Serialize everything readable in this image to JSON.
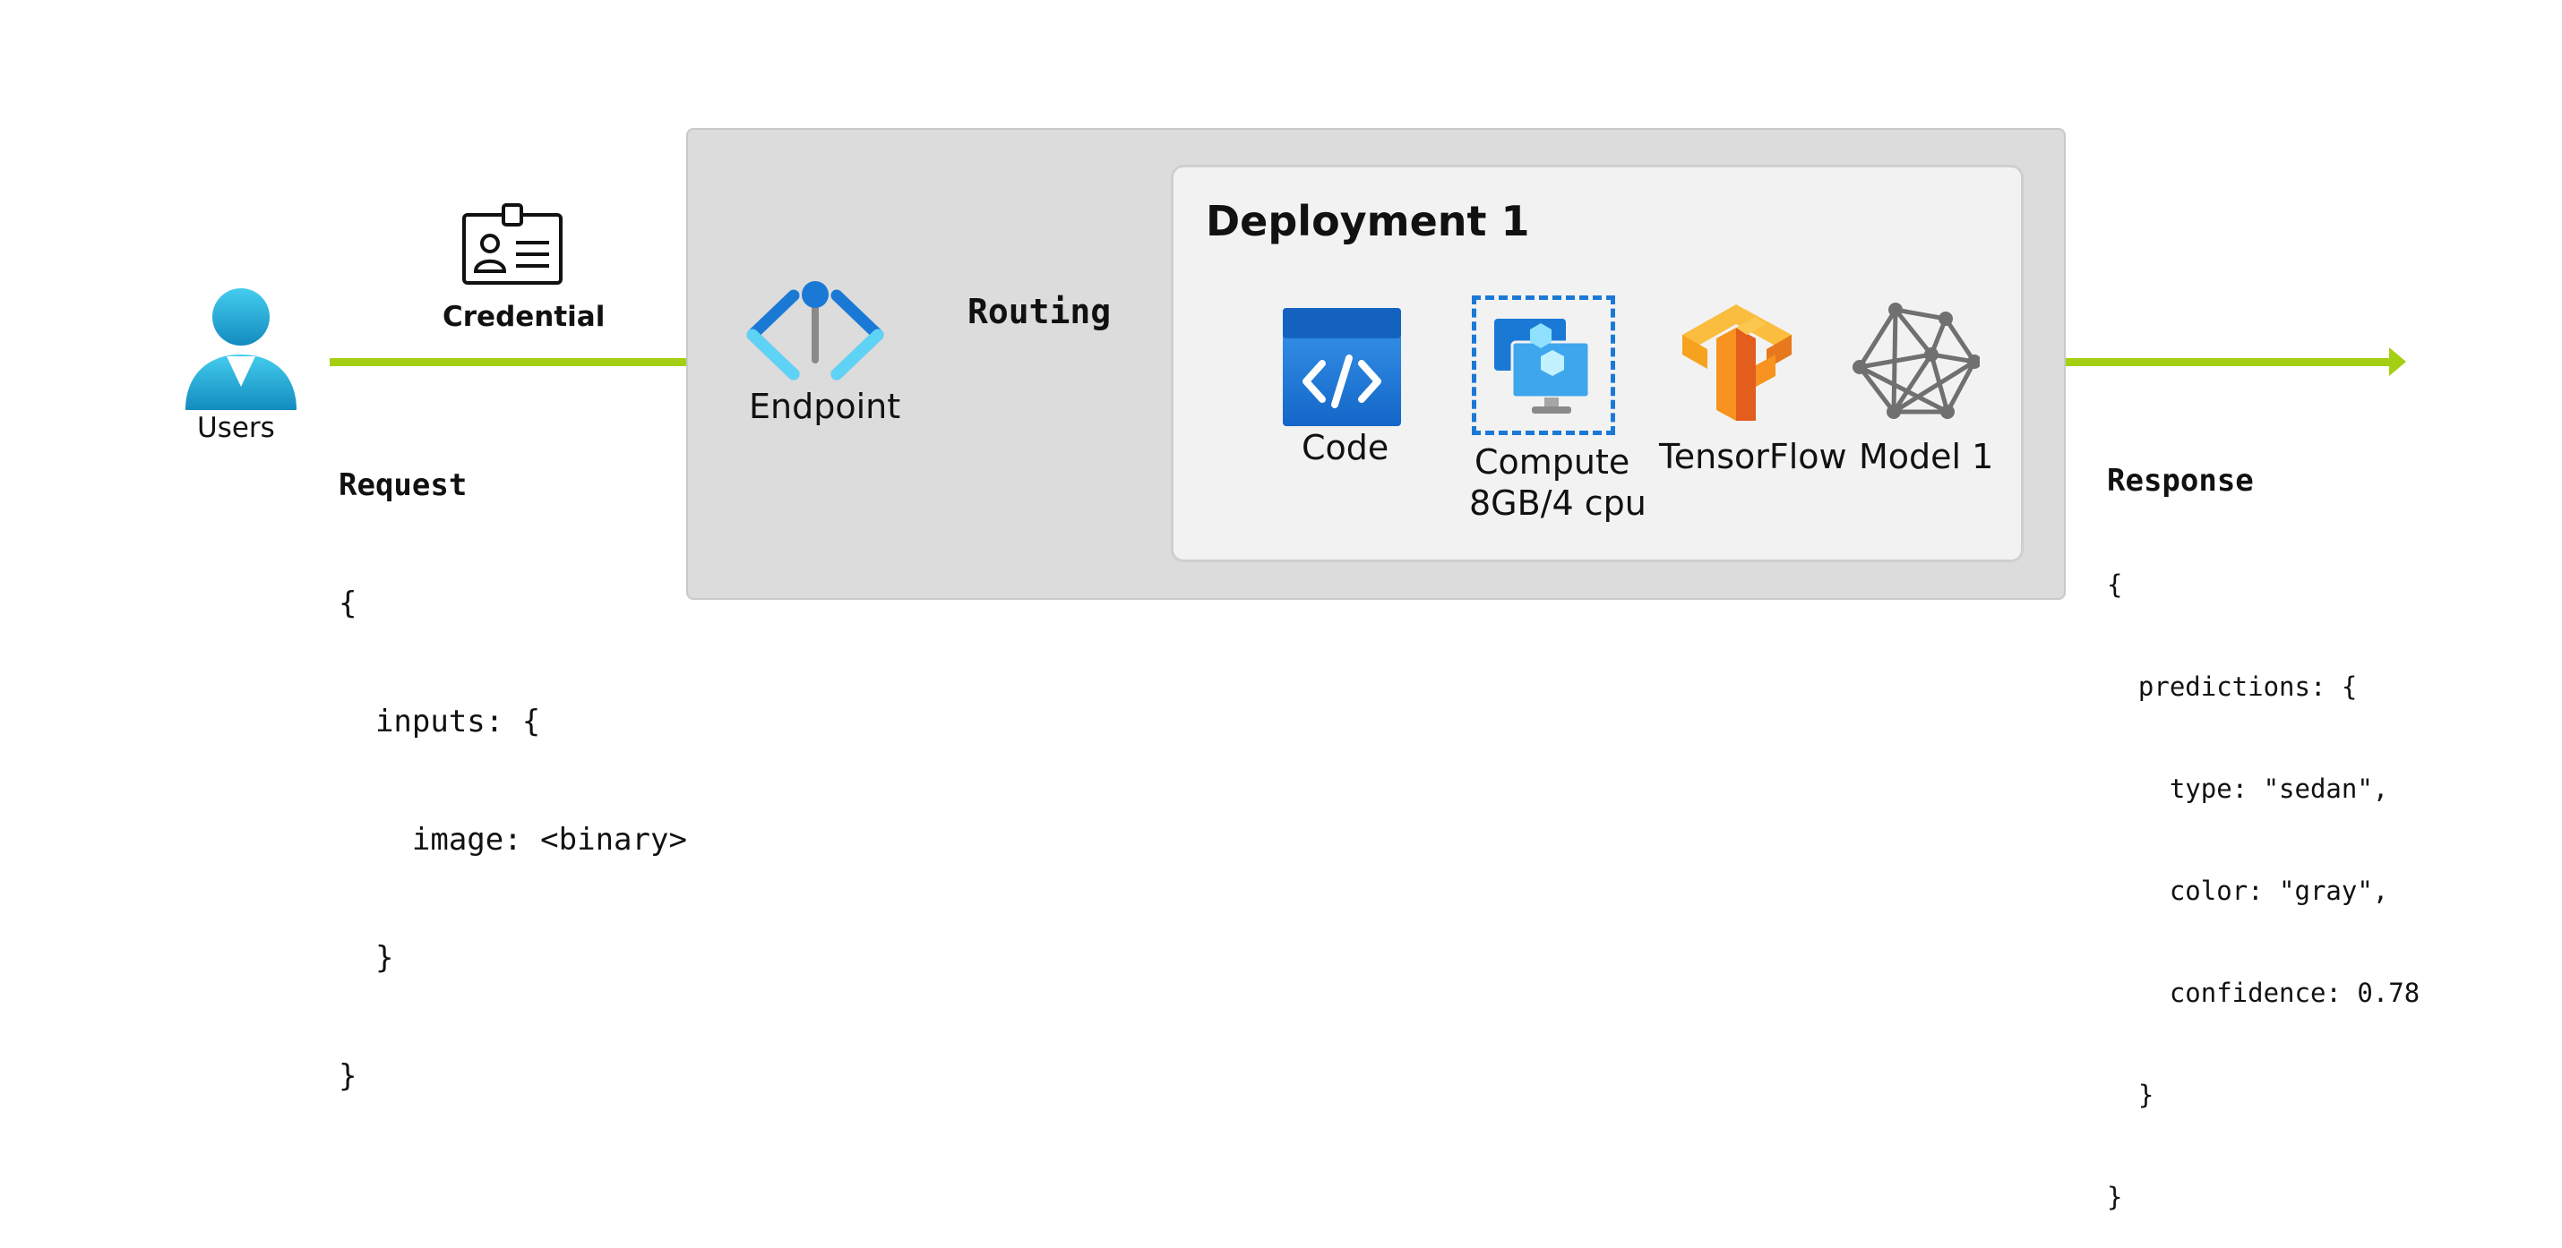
{
  "users": {
    "label": "Users"
  },
  "credential": {
    "label": "Credential"
  },
  "request": {
    "heading": "Request",
    "lines": [
      "{",
      "  inputs: {",
      "    image: <binary>",
      "  }",
      "}"
    ]
  },
  "endpoint": {
    "label": "Endpoint"
  },
  "routing": {
    "label": "Routing"
  },
  "deployment": {
    "title": "Deployment 1",
    "components": {
      "code": "Code",
      "compute": "Compute",
      "compute_spec": "8GB/4 cpu",
      "tensorflow": "TensorFlow",
      "model": "Model 1"
    }
  },
  "response": {
    "heading": "Response",
    "lines": [
      "{",
      "  predictions: {",
      "    type: \"sedan\",",
      "    color: \"gray\",",
      "    confidence: 0.78",
      "  }",
      "}"
    ]
  },
  "colors": {
    "arrow": "#a4cf12",
    "azure_blue": "#1b79d6",
    "cyan": "#32bde6",
    "tensorflow_orange": "#f7931e",
    "model_gray": "#707070"
  },
  "icons": {
    "users": "user-icon",
    "credential": "id-card-icon",
    "endpoint": "endpoint-icon",
    "code": "code-icon",
    "compute": "compute-icon",
    "tensorflow": "tensorflow-icon",
    "model": "model-icon"
  }
}
